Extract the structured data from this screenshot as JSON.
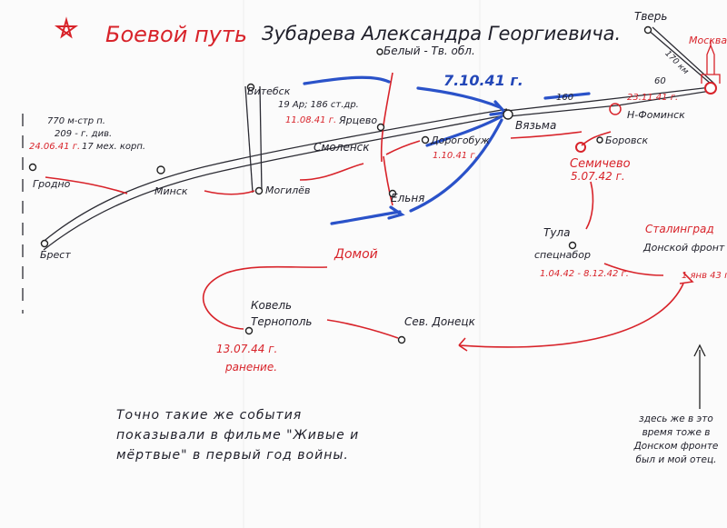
{
  "title": {
    "main": "Боевой путь",
    "name": "Зубарева Александра Георгиевича."
  },
  "places": {
    "tver": "Тверь",
    "moscow": "Москва",
    "vitebsk": "Витебск",
    "belyi": "Белый - Tв. обл.",
    "yartsevo": "Ярцево",
    "smolensk": "Смоленск",
    "dorogobuzh": "Дорогобуж",
    "vyazma": "Вязьма",
    "yelnya": "Ельня",
    "naro_fominsk": "Н-Фоминск",
    "borovsk": "Боровск",
    "semichevo": "Семичево",
    "tula": "Тула",
    "tula_note": "спецнабор",
    "stalingrad": "Сталинград",
    "don_front": "Донской фронт",
    "grodno": "Гродно",
    "minsk": "Минск",
    "mogilev": "Могилёв",
    "brest": "Брест",
    "kovel": "Ковель",
    "ternopol": "Тернополь",
    "donetsk": "Сев. Донецк",
    "home": "Домой"
  },
  "notes": {
    "vitebsk_units": "19 Ар; 186 ст.др.",
    "vitebsk_date": "11.08.41 г.",
    "brest_units_1": "770 м-стр п.",
    "brest_units_2": "209 - г. див.",
    "brest_units_3": "17 мех. корп.",
    "brest_date": "24.06.41 г.",
    "dorogobuzh_date": "1.10.41 г.",
    "vyazma_date": "7.10.41 г.",
    "dist_160": "160",
    "dist_60": "60",
    "dist_moscow_tver": "170 км",
    "moscow_date": "23.11.41 г.",
    "semichevo_date": "5.07.42 г.",
    "tula_dates": "1.04.42 - 8.12.42 г.",
    "stalingrad_date": "1 янв 43 г.",
    "kovel_date": "13.07.44 г.",
    "kovel_note": "ранение.",
    "film_note": "Точно такие же события показывали в фильме \"Живые и мёртвые\" в первый год войны.",
    "father_note": "здесь же в это время тоже в Донском фронте был и мой отец."
  }
}
